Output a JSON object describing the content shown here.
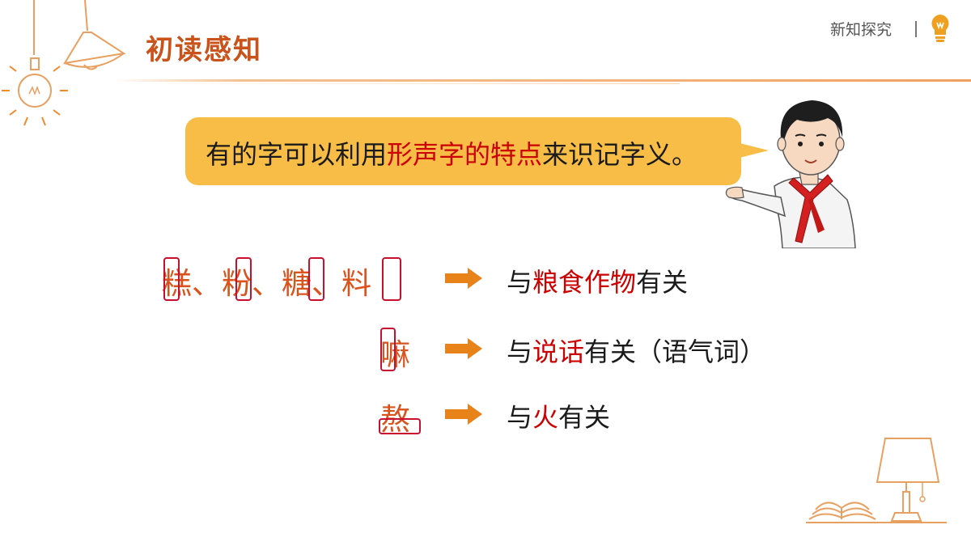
{
  "slide": {
    "title": "初读感知",
    "section_label": "新知探究"
  },
  "bubble": {
    "text_before": "有的字可以利用",
    "text_highlight": "形声字的特点",
    "text_after": "来识记字义。"
  },
  "rows": [
    {
      "chars": "糕、粉、糖、料",
      "phrase_before": "与",
      "phrase_highlight": "粮食作物",
      "phrase_after": "有关"
    },
    {
      "chars": "嘛",
      "phrase_before": "与",
      "phrase_highlight": "说话",
      "phrase_after": "有关（语气词）"
    },
    {
      "chars": "熬",
      "phrase_before": "与",
      "phrase_highlight": "火",
      "phrase_after": "有关"
    }
  ],
  "colors": {
    "accent": "#c9531a",
    "bubble": "#f7bd47",
    "highlight": "#cc0000",
    "radical_box": "#c8102e",
    "arrow": "#e8831a"
  },
  "icons": [
    "bulb-icon",
    "pendant-lamp-icon",
    "desk-lamp-icon",
    "open-book-icon"
  ]
}
